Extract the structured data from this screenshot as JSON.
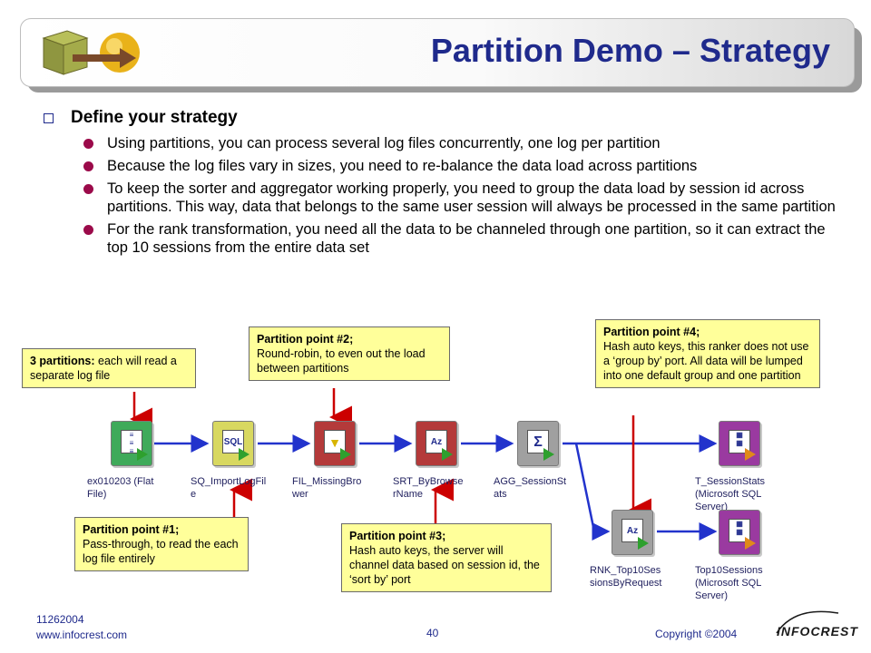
{
  "slide": {
    "title": "Partition Demo – Strategy",
    "heading": "Define your strategy",
    "bullets": [
      "Using partitions, you can process several log files concurrently, one log per partition",
      "Because the log files vary in sizes, you need to re-balance the data load across partitions",
      "To keep the sorter and aggregator working properly, you need to group the data load by session id across partitions. This way, data that belongs to the same user session will always be processed in the same partition",
      "For the rank transformation, you need all the data to be channeled through one partition, so it can extract the top 10 sessions from the entire data set"
    ]
  },
  "nodes": [
    {
      "label": "ex010203 (Flat\nFile)",
      "glyph": "",
      "color": "#3faa5a"
    },
    {
      "label": "SQ_ImportLogFil\ne",
      "glyph": "SQL",
      "color": "#d8d860"
    },
    {
      "label": "FIL_MissingBro\nwer",
      "glyph": "",
      "color": "#b43a3a"
    },
    {
      "label": "SRT_ByBrowse\nrName",
      "glyph": "Az",
      "color": "#b43a3a"
    },
    {
      "label": "AGG_SessionSt\nats",
      "glyph": "Σ",
      "color": "#a0a0a0"
    },
    {
      "label": "T_SessionStats\n(Microsoft SQL\nServer)",
      "glyph": "",
      "color": "#9a3aa0"
    },
    {
      "label": "RNK_Top10Ses\nsionsByRequest",
      "glyph": "Az",
      "color": "#a0a0a0"
    },
    {
      "label": "Top10Sessions\n(Microsoft SQL\nServer)",
      "glyph": "",
      "color": "#9a3aa0"
    }
  ],
  "callouts": {
    "c0": {
      "bold": "3 partitions:",
      "text": " each will read a separate log file"
    },
    "c1": {
      "bold": "Partition point #1;",
      "text": "Pass-through, to read the each log file entirely"
    },
    "c2": {
      "bold": "Partition point #2;",
      "text": "Round-robin, to even out the load between partitions"
    },
    "c3": {
      "bold": "Partition point #3;",
      "text": "Hash auto keys, the server will channel data based on session id, the ‘sort by’ port"
    },
    "c4": {
      "bold": "Partition point #4;",
      "text": "Hash auto keys, this ranker does not use a ‘group by’ port. All data will be lumped into one default group and one partition"
    }
  },
  "footer": {
    "code": "11262004",
    "url": "www.infocrest.com",
    "page": "40",
    "copyright": "Copyright ©2004",
    "logo_text": "INFOCREST"
  },
  "colors": {
    "title": "#1f2a8c",
    "bullet": "#9b0a4a",
    "callout_bg": "#ffff9a",
    "callout_arrow": "#cc0000",
    "flow": "#2233cc"
  }
}
